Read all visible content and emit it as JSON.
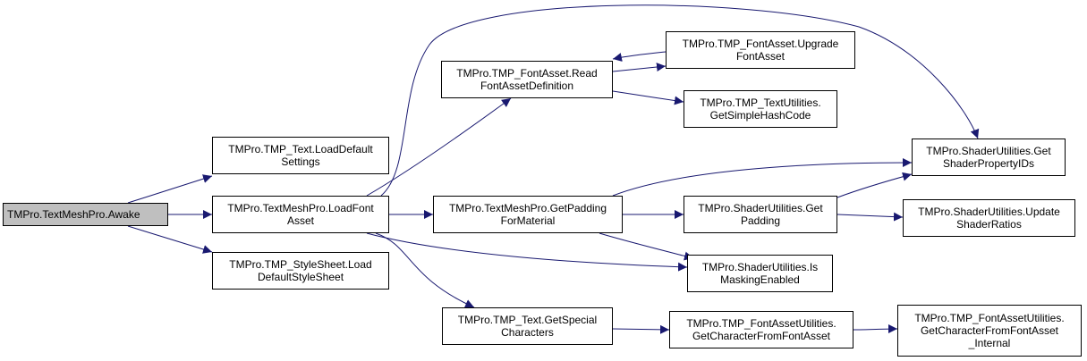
{
  "diagram": {
    "edge_color": "#191970",
    "root_fill": "#bfbfbf",
    "nodes": [
      {
        "id": "awake",
        "lines": [
          "TMPro.TextMeshPro.Awake"
        ]
      },
      {
        "id": "load_default_settings",
        "lines": [
          "TMPro.TMP_Text.LoadDefault",
          "Settings"
        ]
      },
      {
        "id": "load_font_asset",
        "lines": [
          "TMPro.TextMeshPro.LoadFont",
          "Asset"
        ]
      },
      {
        "id": "load_default_stylesheet",
        "lines": [
          "TMPro.TMP_StyleSheet.Load",
          "DefaultStyleSheet"
        ]
      },
      {
        "id": "read_font_asset_definition",
        "lines": [
          "TMPro.TMP_FontAsset.Read",
          "FontAssetDefinition"
        ]
      },
      {
        "id": "upgrade_font_asset",
        "lines": [
          "TMPro.TMP_FontAsset.Upgrade",
          "FontAsset"
        ]
      },
      {
        "id": "get_simple_hash_code",
        "lines": [
          "TMPro.TMP_TextUtilities.",
          "GetSimpleHashCode"
        ]
      },
      {
        "id": "get_padding_for_material",
        "lines": [
          "TMPro.TextMeshPro.GetPadding",
          "ForMaterial"
        ]
      },
      {
        "id": "get_padding",
        "lines": [
          "TMPro.ShaderUtilities.Get",
          "Padding"
        ]
      },
      {
        "id": "get_shader_property_ids",
        "lines": [
          "TMPro.ShaderUtilities.Get",
          "ShaderPropertyIDs"
        ]
      },
      {
        "id": "update_shader_ratios",
        "lines": [
          "TMPro.ShaderUtilities.Update",
          "ShaderRatios"
        ]
      },
      {
        "id": "is_masking_enabled",
        "lines": [
          "TMPro.ShaderUtilities.Is",
          "MaskingEnabled"
        ]
      },
      {
        "id": "get_special_characters",
        "lines": [
          "TMPro.TMP_Text.GetSpecial",
          "Characters"
        ]
      },
      {
        "id": "get_character_from_font_asset",
        "lines": [
          "TMPro.TMP_FontAssetUtilities.",
          "GetCharacterFromFontAsset"
        ]
      },
      {
        "id": "get_character_from_font_asset_internal",
        "lines": [
          "TMPro.TMP_FontAssetUtilities.",
          "GetCharacterFromFontAsset",
          "_Internal"
        ]
      }
    ],
    "edges": [
      {
        "from": "awake",
        "to": "load_default_settings"
      },
      {
        "from": "awake",
        "to": "load_font_asset"
      },
      {
        "from": "awake",
        "to": "load_default_stylesheet"
      },
      {
        "from": "load_font_asset",
        "to": "read_font_asset_definition"
      },
      {
        "from": "load_font_asset",
        "to": "get_shader_property_ids"
      },
      {
        "from": "load_font_asset",
        "to": "get_padding_for_material"
      },
      {
        "from": "load_font_asset",
        "to": "is_masking_enabled"
      },
      {
        "from": "load_font_asset",
        "to": "get_special_characters"
      },
      {
        "from": "read_font_asset_definition",
        "to": "upgrade_font_asset"
      },
      {
        "from": "upgrade_font_asset",
        "to": "read_font_asset_definition"
      },
      {
        "from": "read_font_asset_definition",
        "to": "get_simple_hash_code"
      },
      {
        "from": "get_padding_for_material",
        "to": "get_shader_property_ids"
      },
      {
        "from": "get_padding_for_material",
        "to": "get_padding"
      },
      {
        "from": "get_padding_for_material",
        "to": "is_masking_enabled"
      },
      {
        "from": "get_padding",
        "to": "get_shader_property_ids"
      },
      {
        "from": "get_padding",
        "to": "update_shader_ratios"
      },
      {
        "from": "get_special_characters",
        "to": "get_character_from_font_asset"
      },
      {
        "from": "get_character_from_font_asset",
        "to": "get_character_from_font_asset_internal"
      }
    ]
  }
}
